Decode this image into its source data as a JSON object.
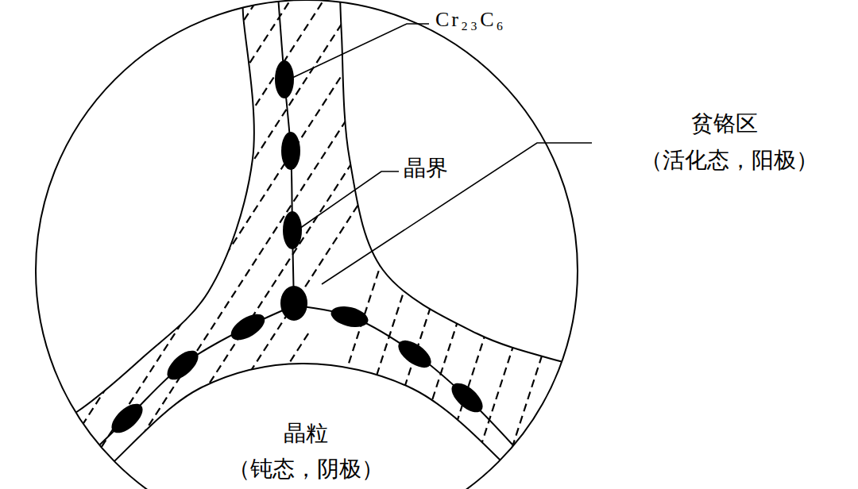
{
  "diagram": {
    "labels": [
      "Cr₂₃C₆",
      "晶界",
      "贫铬区",
      "（活化态，阳极）",
      "晶粒",
      "（钝态，阴极）"
    ]
  }
}
